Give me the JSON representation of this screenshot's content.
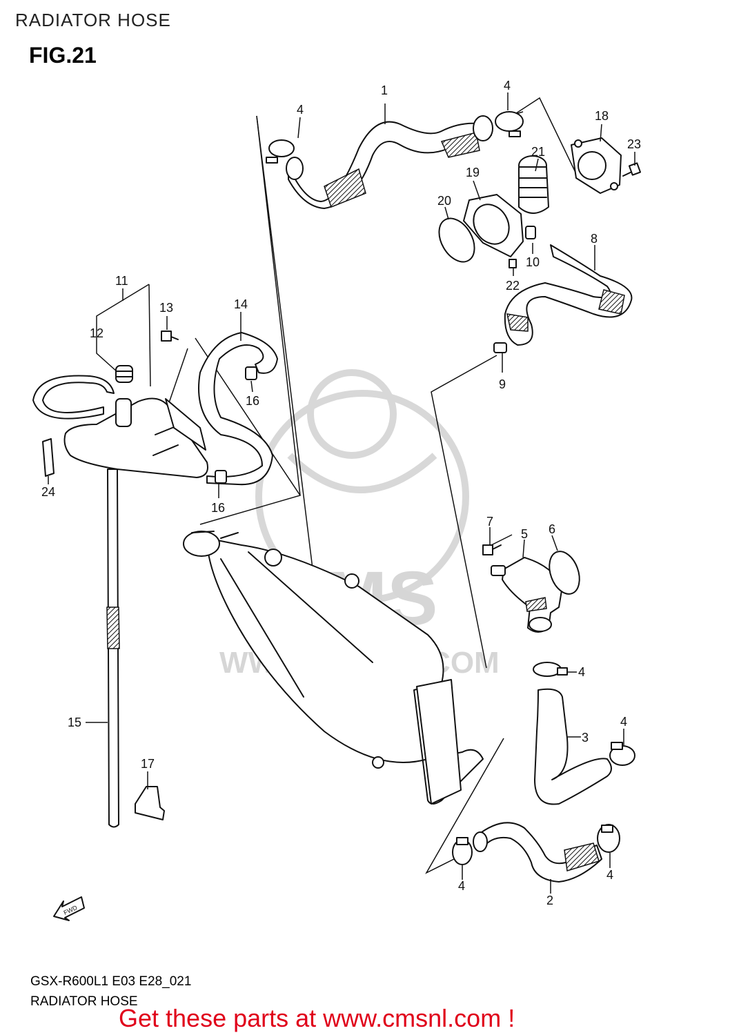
{
  "header": {
    "section_title": "RADIATOR HOSE",
    "figure": "FIG.21"
  },
  "watermark": {
    "brand": "CMS",
    "url": "WWW.CMSNL.COM"
  },
  "fwd_arrow": "FWD",
  "footer": {
    "model_code": "GSX-R600L1 E03 E28_021",
    "caption": "RADIATOR HOSE"
  },
  "promo": "Get these parts at www.cmsnl.com !",
  "callouts": {
    "c1": "1",
    "c2": "2",
    "c3": "3",
    "c4a": "4",
    "c4b": "4",
    "c4c": "4",
    "c4d": "4",
    "c4e": "4",
    "c4f": "4",
    "c5": "5",
    "c6": "6",
    "c7": "7",
    "c8": "8",
    "c9": "9",
    "c10": "10",
    "c11": "11",
    "c12": "12",
    "c13": "13",
    "c14": "14",
    "c15": "15",
    "c16a": "16",
    "c16b": "16",
    "c17": "17",
    "c18": "18",
    "c19": "19",
    "c20": "20",
    "c21": "21",
    "c22": "22",
    "c23": "23",
    "c24": "24"
  }
}
